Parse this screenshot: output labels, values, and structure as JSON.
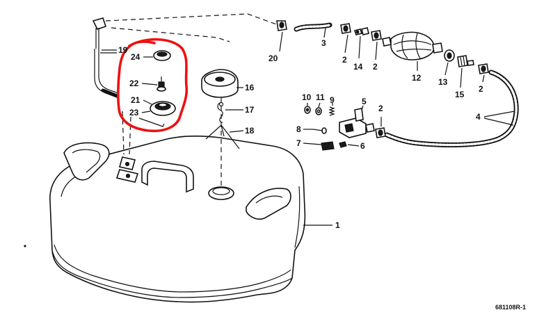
{
  "diagram": {
    "reference_number": "681108R-1",
    "callouts": {
      "c1": "1",
      "c2a": "2",
      "c2b": "2",
      "c2c": "2",
      "c2d": "2",
      "c3": "3",
      "c4": "4",
      "c5": "5",
      "c6": "6",
      "c7": "7",
      "c8": "8",
      "c9": "9",
      "c10": "10",
      "c11": "11",
      "c12": "12",
      "c13": "13",
      "c14": "14",
      "c15": "15",
      "c16": "16",
      "c17": "17",
      "c18": "18",
      "c19": "19",
      "c20": "20",
      "c21": "21",
      "c22": "22",
      "c23": "23",
      "c24": "24"
    },
    "highlight_color": "#ee1111",
    "line_color": "#111111"
  }
}
